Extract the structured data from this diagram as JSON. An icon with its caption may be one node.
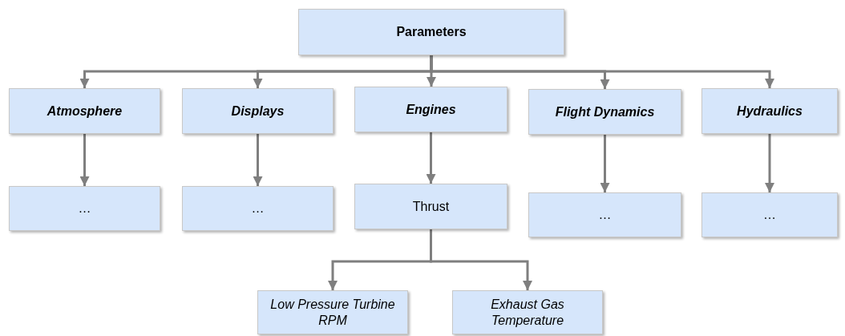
{
  "diagram": {
    "nodes": [
      {
        "text": [
          "Parameters"
        ]
      },
      {
        "text": [
          "Atmosphere"
        ]
      },
      {
        "text": [
          "Displays"
        ]
      },
      {
        "text": [
          "Engines"
        ]
      },
      {
        "text": [
          "Flight Dynamics"
        ]
      },
      {
        "text": [
          "Hydraulics"
        ]
      },
      {
        "text": [
          "…"
        ]
      },
      {
        "text": [
          "…"
        ]
      },
      {
        "text": [
          "Thrust"
        ]
      },
      {
        "text": [
          "…"
        ]
      },
      {
        "text": [
          "…"
        ]
      },
      {
        "text": [
          "Low Pressure Turbine RPM"
        ]
      },
      {
        "text": [
          "Exhaust Gas Temperature"
        ]
      }
    ],
    "edges": [
      {
        "from": 0,
        "to": 1,
        "arrow": "to"
      },
      {
        "from": 0,
        "to": 2,
        "arrow": "to"
      },
      {
        "from": 0,
        "to": 3,
        "arrow": "to"
      },
      {
        "from": 0,
        "to": 4,
        "arrow": "to"
      },
      {
        "from": 0,
        "to": 5,
        "arrow": "to"
      },
      {
        "from": 1,
        "to": 6,
        "arrow": "to"
      },
      {
        "from": 2,
        "to": 7,
        "arrow": "to"
      },
      {
        "from": 3,
        "to": 8,
        "arrow": "to"
      },
      {
        "from": 4,
        "to": 9,
        "arrow": "to"
      },
      {
        "from": 5,
        "to": 10,
        "arrow": "to"
      },
      {
        "from": 8,
        "to": 11,
        "arrow": "to"
      },
      {
        "from": 8,
        "to": 12,
        "arrow": "to"
      }
    ]
  }
}
